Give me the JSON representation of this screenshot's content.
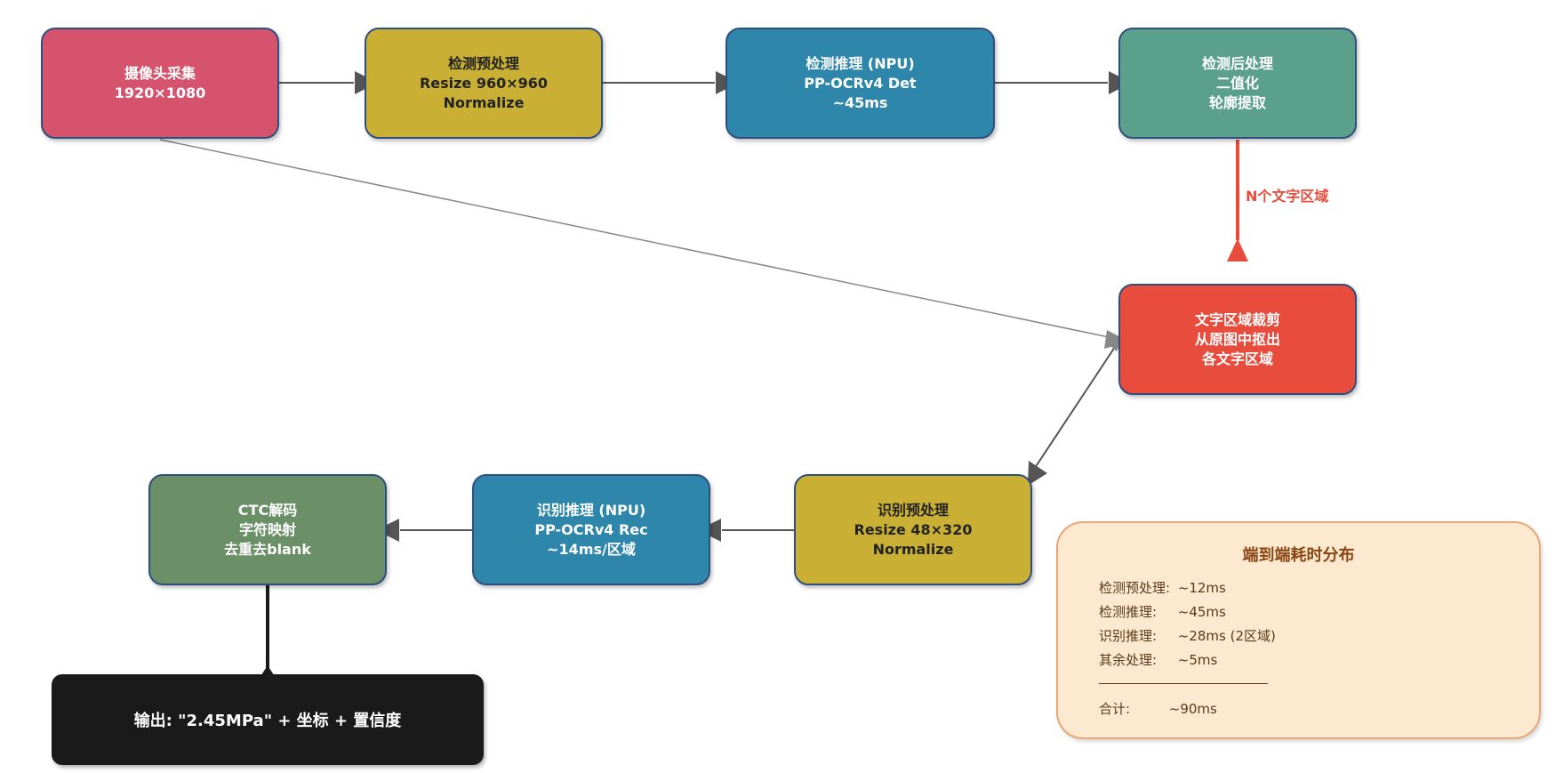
{
  "colors": {
    "capture": "#d6536e",
    "preprocess": "#c9b035",
    "inference": "#2e86ab",
    "postprocess": "#5ba08a",
    "crop": "#e74c3c",
    "decode": "#6b8f67",
    "output": "#1a1a1a",
    "arrow": "#555555",
    "feedback_arrow": "#888888",
    "region_arrow": "#e74c3c",
    "timing_bg": "#fde9cf",
    "timing_border": "#e8a777",
    "timing_title": "#8b4513"
  },
  "nodes": {
    "capture": {
      "lines": [
        "摄像头采集",
        "1920×1080"
      ]
    },
    "det_pre": {
      "lines": [
        "检测预处理",
        "Resize 960×960",
        "Normalize"
      ]
    },
    "det_infer": {
      "lines": [
        "检测推理 (NPU)",
        "PP-OCRv4 Det",
        "~45ms"
      ]
    },
    "det_post": {
      "lines": [
        "检测后处理",
        "二值化",
        "轮廓提取"
      ]
    },
    "crop": {
      "lines": [
        "文字区域裁剪",
        "从原图中抠出",
        "各文字区域"
      ]
    },
    "rec_pre": {
      "lines": [
        "识别预处理",
        "Resize 48×320",
        "Normalize"
      ]
    },
    "rec_infer": {
      "lines": [
        "识别推理 (NPU)",
        "PP-OCRv4 Rec",
        "~14ms/区域"
      ]
    },
    "ctc": {
      "lines": [
        "CTC解码",
        "字符映射",
        "去重去blank"
      ]
    }
  },
  "output": {
    "label": "输出: \"2.45MPa\" + 坐标 + 置信度"
  },
  "edge_label": "N个文字区域",
  "timing": {
    "title": "端到端耗时分布",
    "rows": [
      {
        "label": "检测预处理:",
        "value": "~12ms"
      },
      {
        "label": "检测推理:",
        "value": "~45ms"
      },
      {
        "label": "识别推理:",
        "value": "~28ms (2区域)"
      },
      {
        "label": "其余处理:",
        "value": "~5ms"
      }
    ],
    "total": {
      "label": "合计:",
      "value": "~90ms"
    }
  }
}
